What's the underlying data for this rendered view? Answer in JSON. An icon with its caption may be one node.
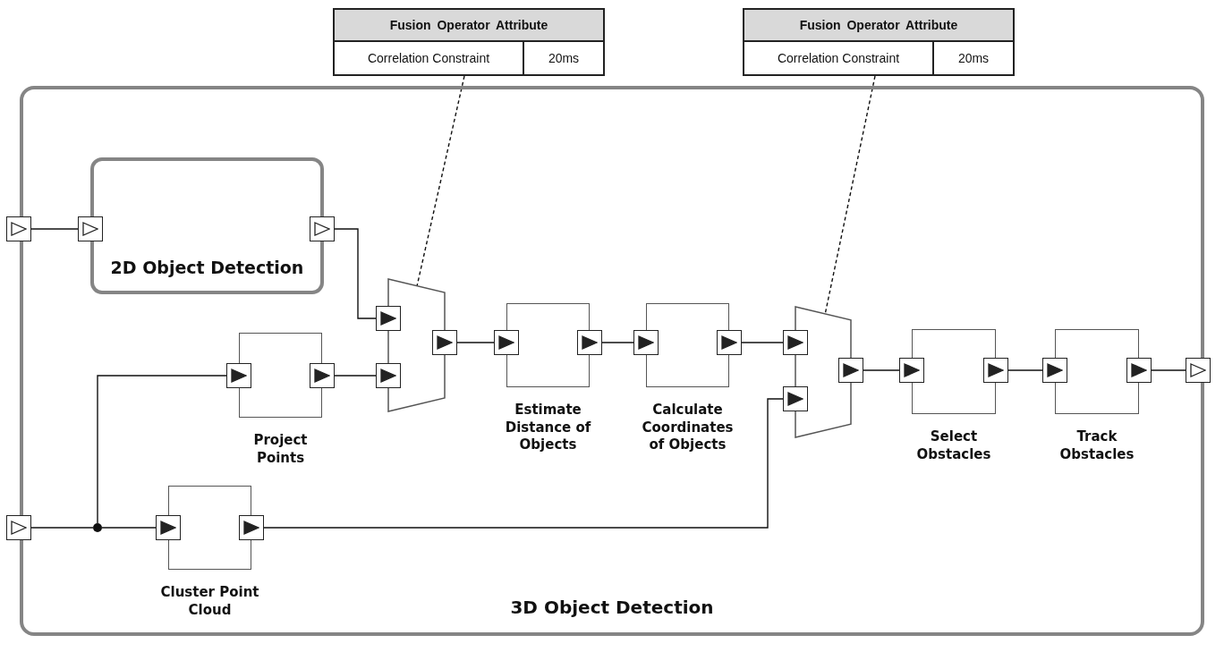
{
  "diagram": {
    "nodes": [
      {
        "text": [
          "3D Object Detection"
        ]
      },
      {
        "text": [
          "2D Object Detection"
        ],
        "in": 0
      },
      {
        "text": [
          "Project Points"
        ],
        "in": 0
      },
      {
        "text": [
          "Cluster Point Cloud"
        ],
        "in": 0
      },
      {
        "text": [],
        "shape": "trapezoid",
        "in": 0
      },
      {
        "text": [
          "Estimate Distance of Objects"
        ],
        "in": 0
      },
      {
        "text": [
          "Calculate Coordinates of Objects"
        ],
        "in": 0
      },
      {
        "text": [],
        "shape": "trapezoid",
        "in": 0
      },
      {
        "text": [
          "Select Obstacles"
        ],
        "in": 0
      },
      {
        "text": [
          "Track Obstacles"
        ],
        "in": 0
      },
      {
        "text": [],
        "shape": "circle",
        "in": 0
      },
      {
        "text": [
          "Fusion Operator Attribute",
          "Correlation Constraint",
          "20ms"
        ]
      },
      {
        "text": [
          "Fusion Operator Attribute",
          "Correlation Constraint",
          "20ms"
        ]
      },
      {
        "text": [],
        "shape": "box"
      },
      {
        "text": [],
        "shape": "box"
      },
      {
        "text": [],
        "shape": "box"
      },
      {
        "text": [],
        "shape": "box",
        "in": 0
      },
      {
        "text": [],
        "shape": "box",
        "in": 0
      },
      {
        "text": [],
        "shape": "box",
        "in": 0
      },
      {
        "text": [],
        "shape": "box",
        "in": 0
      },
      {
        "text": [],
        "shape": "box",
        "in": 0
      },
      {
        "text": [],
        "shape": "box",
        "in": 0
      },
      {
        "text": [],
        "shape": "box",
        "in": 0
      },
      {
        "text": [],
        "shape": "box",
        "in": 0
      },
      {
        "text": [],
        "shape": "box",
        "in": 0
      },
      {
        "text": [],
        "shape": "box",
        "in": 0
      },
      {
        "text": [],
        "shape": "box",
        "in": 0
      },
      {
        "text": [],
        "shape": "box",
        "in": 0
      },
      {
        "text": [],
        "shape": "box",
        "in": 0
      },
      {
        "text": [],
        "shape": "box",
        "in": 0
      },
      {
        "text": [],
        "shape": "box",
        "in": 0
      },
      {
        "text": [],
        "shape": "box",
        "in": 0
      },
      {
        "text": [],
        "shape": "box",
        "in": 0
      },
      {
        "text": [],
        "shape": "box",
        "in": 0
      },
      {
        "text": [],
        "shape": "box",
        "in": 0
      },
      {
        "text": [],
        "shape": "box",
        "in": 0
      }
    ],
    "edges": [
      {
        "from": 13,
        "to": 16,
        "arrow": "none"
      },
      {
        "from": 17,
        "to": 22,
        "arrow": "none"
      },
      {
        "from": 14,
        "to": 10,
        "arrow": "none"
      },
      {
        "from": 10,
        "to": 18,
        "arrow": "none"
      },
      {
        "from": 10,
        "to": 20,
        "arrow": "none"
      },
      {
        "from": 19,
        "to": 23,
        "arrow": "none"
      },
      {
        "from": 24,
        "to": 25,
        "arrow": "none"
      },
      {
        "from": 26,
        "to": 27,
        "arrow": "none"
      },
      {
        "from": 28,
        "to": 29,
        "arrow": "none"
      },
      {
        "from": 21,
        "to": 30,
        "arrow": "none"
      },
      {
        "from": 31,
        "to": 32,
        "arrow": "none"
      },
      {
        "from": 33,
        "to": 34,
        "arrow": "none"
      },
      {
        "from": 35,
        "to": 15,
        "arrow": "none"
      },
      {
        "from": 11,
        "to": 4,
        "arrow": "none",
        "style": "dashed"
      },
      {
        "from": 12,
        "to": 7,
        "arrow": "none",
        "style": "dashed"
      }
    ]
  }
}
